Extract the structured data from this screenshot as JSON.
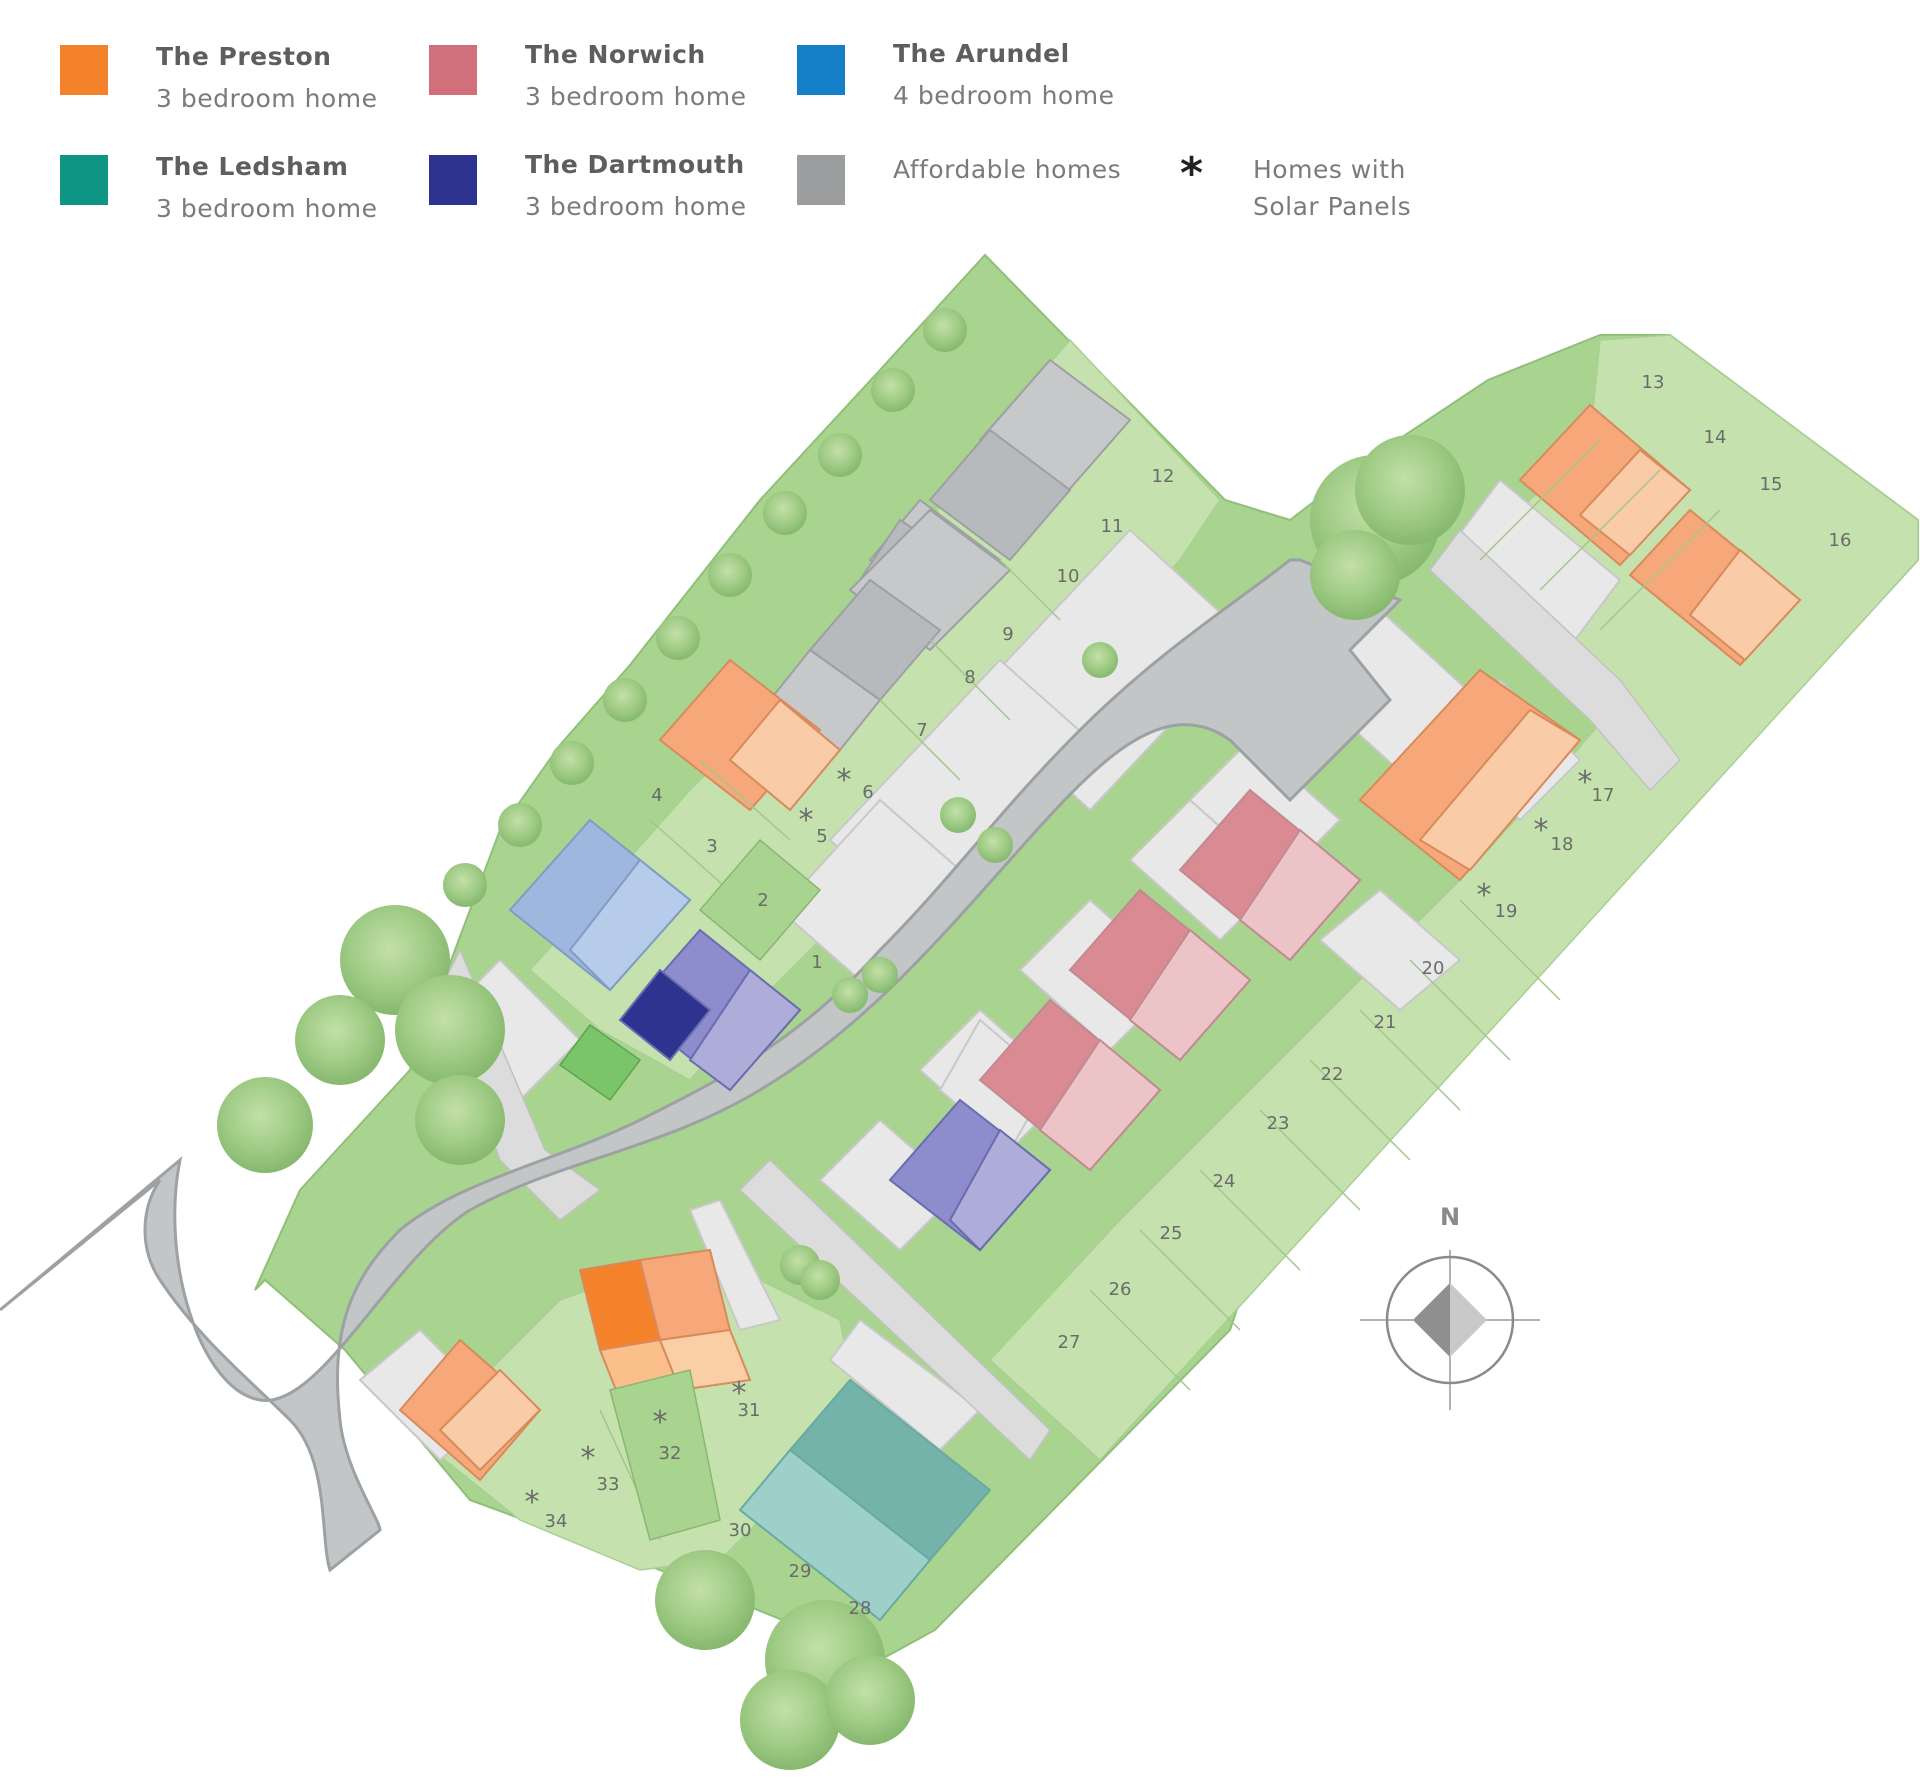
{
  "legend": {
    "preston": {
      "title": "The Preston",
      "subtitle": "3 bedroom home",
      "color": "#F4822A"
    },
    "norwich": {
      "title": "The Norwich",
      "subtitle": "3 bedroom home",
      "color": "#D1707A"
    },
    "arundel": {
      "title": "The Arundel",
      "subtitle": "4 bedroom home",
      "color": "#1580C8"
    },
    "ledsham": {
      "title": "The Ledsham",
      "subtitle": "3 bedroom home",
      "color": "#0E9584"
    },
    "dartmouth": {
      "title": "The Dartmouth",
      "subtitle": "3 bedroom home",
      "color": "#2E3390"
    },
    "affordable": {
      "title": "Affordable homes",
      "color": "#9B9D9F"
    },
    "solar": {
      "symbol": "*",
      "line1": "Homes with",
      "line2": "Solar Panels"
    }
  },
  "compass": {
    "label": "N"
  },
  "plots": {
    "p1": "1",
    "p2": "2",
    "p3": "3",
    "p4": "4",
    "p5": "5",
    "p6": "6",
    "p7": "7",
    "p8": "8",
    "p9": "9",
    "p10": "10",
    "p11": "11",
    "p12": "12",
    "p13": "13",
    "p14": "14",
    "p15": "15",
    "p16": "16",
    "p17": "17",
    "p18": "18",
    "p19": "19",
    "p20": "20",
    "p21": "21",
    "p22": "22",
    "p23": "23",
    "p24": "24",
    "p25": "25",
    "p26": "26",
    "p27": "27",
    "p28": "28",
    "p29": "29",
    "p30": "30",
    "p31": "31",
    "p32": "32",
    "p33": "33",
    "p34": "34"
  },
  "solar_mark": "*"
}
